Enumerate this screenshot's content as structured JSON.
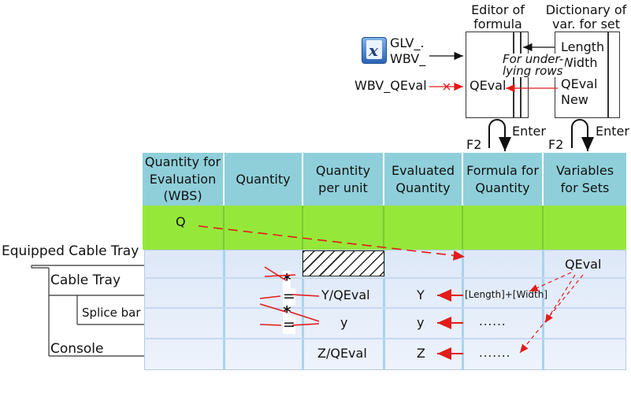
{
  "top": {
    "editor_title": "Editor of\nformula",
    "dict_title": "Dictionary of\nvar. for set",
    "glv": "GLV_.",
    "wbv": "WBV_",
    "wbv_qeval": "WBV_QEval",
    "editor_qeval": "QEval",
    "note": "For under-\nlying rows",
    "dict_items": [
      "Length",
      "Width",
      "QEval",
      "New"
    ],
    "enter1": "Enter",
    "enter2": "Enter",
    "f2_1": "F2",
    "f2_2": "F2"
  },
  "columns": [
    "Quantity for\nEvaluation\n(WBS)",
    "Quantity",
    "Quantity\nper unit",
    "Evaluated\nQuantity",
    "Formula for\nQuantity",
    "Variables\nfor Sets"
  ],
  "green_row": {
    "q": "Q"
  },
  "tree": [
    "Equipped Cable Tray",
    "Cable Tray",
    "Splice bar",
    "Console"
  ],
  "ops": {
    "times1": "*",
    "eq1": "=",
    "times2": "*",
    "eq2": "="
  },
  "per_unit": [
    "Y/QEval",
    "y",
    "Z/QEval"
  ],
  "evaluated": [
    "Y",
    "y",
    "Z"
  ],
  "formula": [
    "[Length]+[Width]",
    "......",
    "......."
  ],
  "variables": {
    "qeval": "QEval"
  },
  "colors": {
    "header": "#8fcfda",
    "green": "#95e83a",
    "arrow": "#e21b1b"
  },
  "icons": [
    "excel-x-icon"
  ]
}
